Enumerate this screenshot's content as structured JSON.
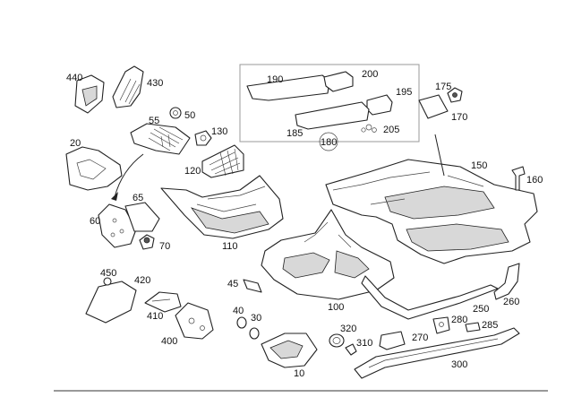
{
  "parts": [
    {
      "id": "p10",
      "label": "10"
    },
    {
      "id": "p20",
      "label": "20"
    },
    {
      "id": "p30",
      "label": "30"
    },
    {
      "id": "p40",
      "label": "40"
    },
    {
      "id": "p45",
      "label": "45"
    },
    {
      "id": "p50",
      "label": "50"
    },
    {
      "id": "p55",
      "label": "55"
    },
    {
      "id": "p60",
      "label": "60"
    },
    {
      "id": "p65",
      "label": "65"
    },
    {
      "id": "p70",
      "label": "70"
    },
    {
      "id": "p100",
      "label": "100"
    },
    {
      "id": "p110",
      "label": "110"
    },
    {
      "id": "p120",
      "label": "120"
    },
    {
      "id": "p130",
      "label": "130"
    },
    {
      "id": "p150",
      "label": "150"
    },
    {
      "id": "p160",
      "label": "160"
    },
    {
      "id": "p170",
      "label": "170"
    },
    {
      "id": "p175",
      "label": "175"
    },
    {
      "id": "p180",
      "label": "180"
    },
    {
      "id": "p185",
      "label": "185"
    },
    {
      "id": "p190",
      "label": "190"
    },
    {
      "id": "p195",
      "label": "195"
    },
    {
      "id": "p200",
      "label": "200"
    },
    {
      "id": "p205",
      "label": "205"
    },
    {
      "id": "p250",
      "label": "250"
    },
    {
      "id": "p260",
      "label": "260"
    },
    {
      "id": "p270",
      "label": "270"
    },
    {
      "id": "p280",
      "label": "280"
    },
    {
      "id": "p285",
      "label": "285"
    },
    {
      "id": "p300",
      "label": "300"
    },
    {
      "id": "p310",
      "label": "310"
    },
    {
      "id": "p320",
      "label": "320"
    },
    {
      "id": "p400",
      "label": "400"
    },
    {
      "id": "p410",
      "label": "410"
    },
    {
      "id": "p420",
      "label": "420"
    },
    {
      "id": "p430",
      "label": "430"
    },
    {
      "id": "p440",
      "label": "440"
    },
    {
      "id": "p450",
      "label": "450"
    }
  ]
}
